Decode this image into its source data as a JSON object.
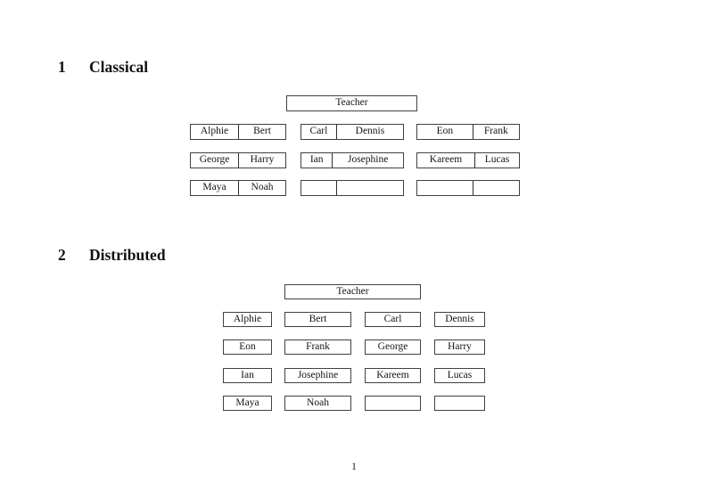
{
  "page": {
    "number_label": "1"
  },
  "colors": {
    "background": "#ffffff",
    "border": "#414141",
    "text": "#1a1a1a"
  },
  "sections": {
    "classical": {
      "number": "1",
      "title": "Classical",
      "teacher_label": "Teacher",
      "rows": [
        {
          "desks": [
            {
              "cells": [
                "Alphie",
                "Bert"
              ]
            },
            {
              "cells": [
                "Carl",
                "Dennis"
              ]
            },
            {
              "cells": [
                "Eon",
                "Frank"
              ]
            }
          ]
        },
        {
          "desks": [
            {
              "cells": [
                "George",
                "Harry"
              ]
            },
            {
              "cells": [
                "Ian",
                "Josephine"
              ]
            },
            {
              "cells": [
                "Kareem",
                "Lucas"
              ]
            }
          ]
        },
        {
          "desks": [
            {
              "cells": [
                "Maya",
                "Noah"
              ]
            },
            {
              "cells": [
                "",
                ""
              ]
            },
            {
              "cells": [
                "",
                ""
              ]
            }
          ]
        }
      ]
    },
    "distributed": {
      "number": "2",
      "title": "Distributed",
      "teacher_label": "Teacher",
      "rows": [
        [
          "Alphie",
          "Bert",
          "Carl",
          "Dennis"
        ],
        [
          "Eon",
          "Frank",
          "George",
          "Harry"
        ],
        [
          "Ian",
          "Josephine",
          "Kareem",
          "Lucas"
        ],
        [
          "Maya",
          "Noah",
          "",
          ""
        ]
      ]
    }
  }
}
